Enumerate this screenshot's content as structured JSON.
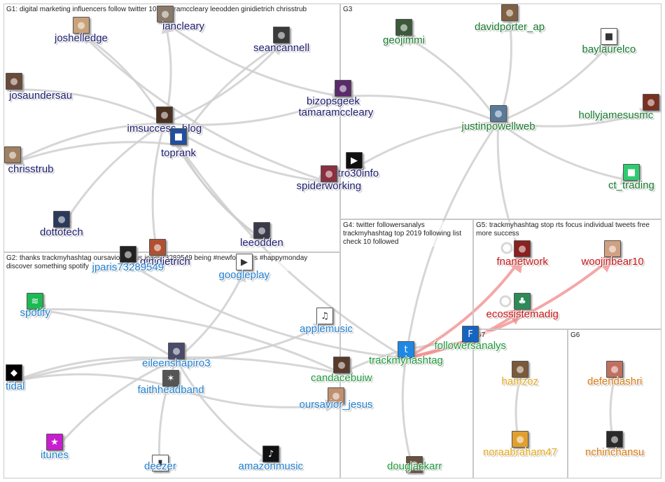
{
  "groups": [
    {
      "id": "G1",
      "title": "G1: digital marketing influencers follow twitter 10 tamaramccleary leeodden ginidietrich chrisstrub"
    },
    {
      "id": "G2",
      "title": "G2: thanks trackmyhashtag oursavior_jesus jparis73289549 being #newfollowers #happymonday discover something spotify"
    },
    {
      "id": "G3",
      "title": "G3"
    },
    {
      "id": "G4",
      "title": "G4: twitter followersanalys trackmyhashtag top 2019 following list check 10 followed"
    },
    {
      "id": "G5",
      "title": "G5: trackmyhashtag stop rts focus individual tweets free more success"
    },
    {
      "id": "G6",
      "title": "G6"
    },
    {
      "id": "G7",
      "title": "G7"
    }
  ],
  "colors": {
    "g1": "#1a1a6e",
    "g2": "#1f7fd0",
    "g3": "#157a2c",
    "g4": "#1e9a3a",
    "g5": "#c81414",
    "g6": "#d97a10",
    "g7": "#e6a816",
    "edge": "#cfcfcf",
    "edge_red": "#f28a8a"
  },
  "nodes": [
    {
      "id": "joshelledge",
      "label": "joshelledge",
      "group": "g1",
      "icon": "person-photo",
      "avc": "#c9a27a"
    },
    {
      "id": "iancleary",
      "label": "iancleary",
      "group": "g1",
      "icon": "person-photo",
      "avc": "#8a7a6a"
    },
    {
      "id": "seancannell",
      "label": "seancannell",
      "group": "g1",
      "icon": "person-photo",
      "avc": "#3a3a3a"
    },
    {
      "id": "josaundersau",
      "label": "josaundersau",
      "group": "g1",
      "icon": "person-photo",
      "avc": "#6a4a3a"
    },
    {
      "id": "imsuccess_blog",
      "label": "imsuccess_blog",
      "group": "g1",
      "icon": "person-photo",
      "avc": "#4a3020"
    },
    {
      "id": "bizopsgeek",
      "label": "bizopsgeek",
      "group": "g1",
      "icon": "person-photo",
      "avc": "#5a2a6a"
    },
    {
      "id": "tamaramccleary",
      "label": "tamaramccleary",
      "group": "g1",
      "icon": "person-photo",
      "avc": "#b04040"
    },
    {
      "id": "toprank",
      "label": "toprank",
      "group": "g1",
      "icon": "logo-icon",
      "avc": "#1f4fa0"
    },
    {
      "id": "chrisstrub",
      "label": "chrisstrub",
      "group": "g1",
      "icon": "person-photo",
      "avc": "#a08060"
    },
    {
      "id": "intro30info",
      "label": "intro30info",
      "group": "g1",
      "icon": "play-icon",
      "avc": "#111111"
    },
    {
      "id": "spiderworking",
      "label": "spiderworking",
      "group": "g1",
      "icon": "person-photo",
      "avc": "#8a3040"
    },
    {
      "id": "dottotech",
      "label": "dottotech",
      "group": "g1",
      "icon": "person-photo",
      "avc": "#2a3a5a"
    },
    {
      "id": "leeodden",
      "label": "leeodden",
      "group": "g1",
      "icon": "person-photo",
      "avc": "#3a3a4a"
    },
    {
      "id": "ginidietrich",
      "label": "ginidietrich",
      "group": "g1",
      "icon": "person-photo",
      "avc": "#b05030"
    },
    {
      "id": "jparis73289549",
      "label": "jparis73289549",
      "group": "g2",
      "icon": "person-photo",
      "avc": "#222222"
    },
    {
      "id": "googleplay",
      "label": "googleplay",
      "group": "g2",
      "icon": "play-store-icon",
      "avc": "#ffffff"
    },
    {
      "id": "spotify",
      "label": "spotify",
      "group": "g2",
      "icon": "spotify-icon",
      "avc": "#1db954"
    },
    {
      "id": "applemusic",
      "label": "applemusic",
      "group": "g2",
      "icon": "music-note-icon",
      "avc": "#ffffff"
    },
    {
      "id": "eileenshapiro3",
      "label": "eileenshapiro3",
      "group": "g2",
      "icon": "person-photo",
      "avc": "#4a4a6a"
    },
    {
      "id": "tidal",
      "label": "tidal",
      "group": "g2",
      "icon": "tidal-icon",
      "avc": "#000000"
    },
    {
      "id": "faithheadband",
      "label": "faithheadband",
      "group": "g2",
      "icon": "badge-icon",
      "avc": "#555555"
    },
    {
      "id": "candacebuiw",
      "label": "candacebuiw",
      "group": "g4",
      "icon": "person-photo",
      "avc": "#5a3a2a"
    },
    {
      "id": "oursavior_jesus",
      "label": "oursavior_jesus",
      "group": "g2",
      "icon": "person-photo",
      "avc": "#c09070"
    },
    {
      "id": "itunes",
      "label": "itunes",
      "group": "g2",
      "icon": "star-icon",
      "avc": "#c81dd0"
    },
    {
      "id": "deezer",
      "label": "deezer",
      "group": "g2",
      "icon": "bars-icon",
      "avc": "#ffffff"
    },
    {
      "id": "amazonmusic",
      "label": "amazonmusic",
      "group": "g2",
      "icon": "music-icon",
      "avc": "#111111"
    },
    {
      "id": "geojimmi",
      "label": "geojimmi",
      "group": "g3",
      "icon": "person-photo",
      "avc": "#3a5a3a"
    },
    {
      "id": "davidporter_ap",
      "label": "davidporter_ap",
      "group": "g3",
      "icon": "person-photo",
      "avc": "#806040"
    },
    {
      "id": "baylaurelco",
      "label": "baylaurelco",
      "group": "g3",
      "icon": "logo-icon",
      "avc": "#ffffff"
    },
    {
      "id": "justinpowellweb",
      "label": "justinpowellweb",
      "group": "g3",
      "icon": "person-photo",
      "avc": "#5a7a9a"
    },
    {
      "id": "hollyjamesusmc",
      "label": "hollyjamesusmc",
      "group": "g3",
      "icon": "person-photo",
      "avc": "#7a3020"
    },
    {
      "id": "ct_trading",
      "label": "ct_trading",
      "group": "g3",
      "icon": "logo-icon",
      "avc": "#2ecc71"
    },
    {
      "id": "trackmyhashtag",
      "label": "trackmyhashtag",
      "group": "g4",
      "icon": "tmh-logo",
      "avc": "#1e88e5"
    },
    {
      "id": "followersanalys",
      "label": "followersanalys",
      "group": "g4",
      "icon": "fa-logo",
      "avc": "#1565c0"
    },
    {
      "id": "douglaskarr",
      "label": "douglaskarr",
      "group": "g4",
      "icon": "person-photo",
      "avc": "#6a5040"
    },
    {
      "id": "fnanetwork",
      "label": "fnanetwork",
      "group": "g5",
      "icon": "person-photo",
      "avc": "#8a2020"
    },
    {
      "id": "woojinbear10",
      "label": "woojinbear10",
      "group": "g5",
      "icon": "person-photo",
      "avc": "#d0a080"
    },
    {
      "id": "ecossistemadig",
      "label": "ecossistemadig",
      "group": "g5",
      "icon": "tree-icon",
      "avc": "#2e8b57"
    },
    {
      "id": "hamzoz",
      "label": "hamzoz",
      "group": "g7",
      "icon": "person-photo",
      "avc": "#7a5a3a"
    },
    {
      "id": "noraabraham47",
      "label": "noraabraham47",
      "group": "g7",
      "icon": "person-photo",
      "avc": "#e0a030"
    },
    {
      "id": "defendashri",
      "label": "defendashri",
      "group": "g6",
      "icon": "person-photo",
      "avc": "#c07060"
    },
    {
      "id": "nchinchansu",
      "label": "nchinchansu",
      "group": "g6",
      "icon": "person-photo",
      "avc": "#2a2a2a"
    }
  ]
}
